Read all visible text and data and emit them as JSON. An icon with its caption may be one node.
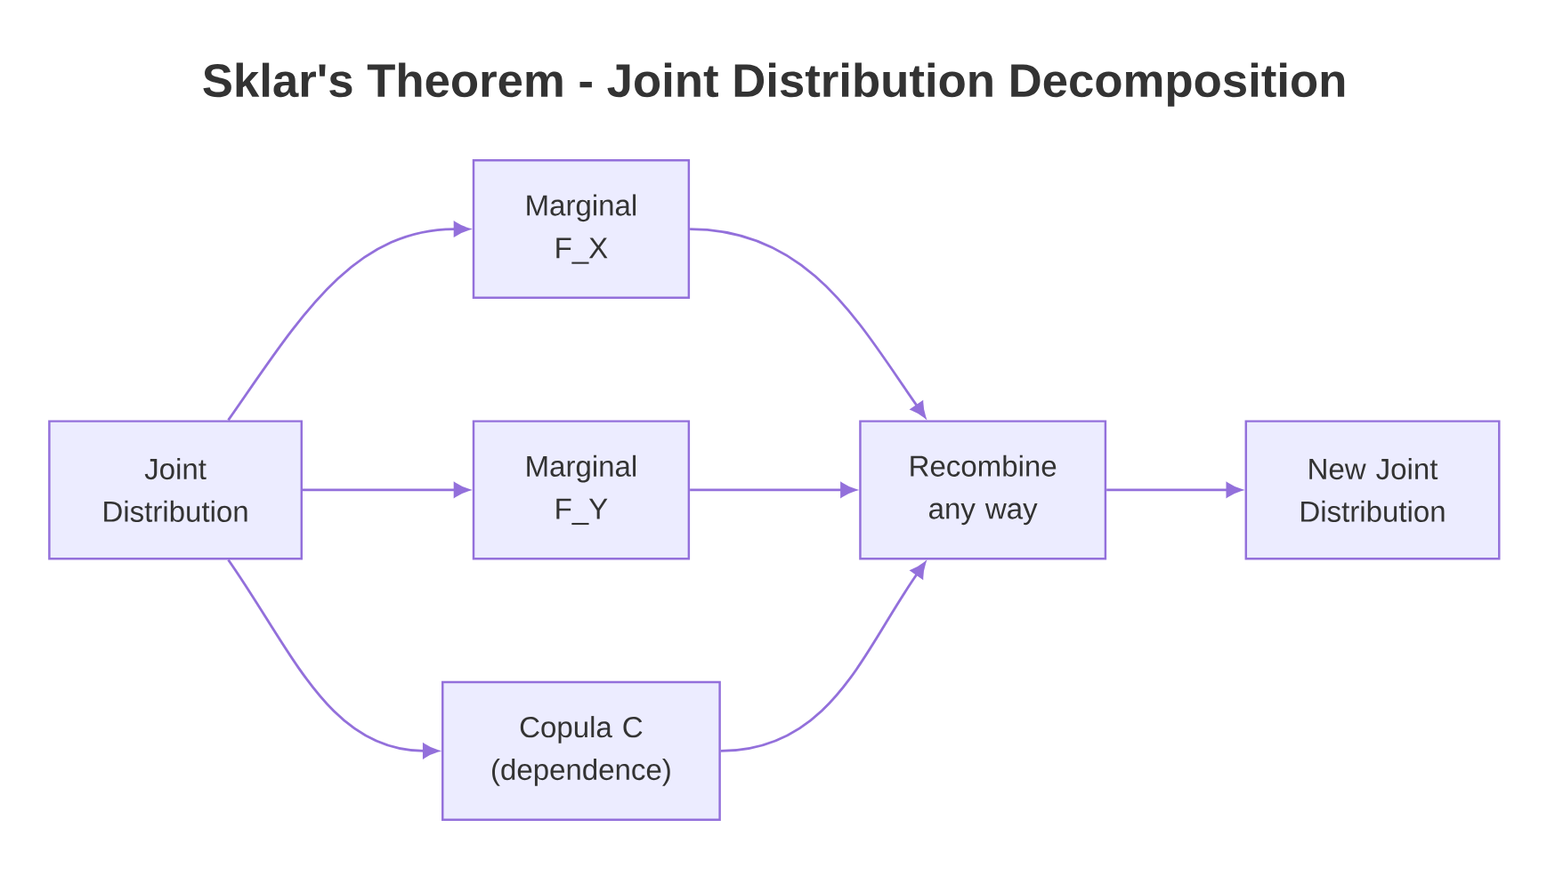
{
  "diagram": {
    "title": "Sklar's Theorem - Joint Distribution Decomposition",
    "nodes": [
      {
        "text": [
          "Joint Distribution"
        ]
      },
      {
        "text": [
          "Marginal F_X"
        ]
      },
      {
        "text": [
          "Marginal F_Y"
        ]
      },
      {
        "text": [
          "Copula C (dependence)"
        ]
      },
      {
        "text": [
          "Recombine any way"
        ]
      },
      {
        "text": [
          "New Joint Distribution"
        ]
      }
    ],
    "edges": [
      {
        "from": 0,
        "to": 1,
        "arrow": "to"
      },
      {
        "from": 0,
        "to": 2,
        "arrow": "to"
      },
      {
        "from": 0,
        "to": 3,
        "arrow": "to"
      },
      {
        "from": 1,
        "to": 4,
        "arrow": "to"
      },
      {
        "from": 2,
        "to": 4,
        "arrow": "to"
      },
      {
        "from": 3,
        "to": 4,
        "arrow": "to"
      },
      {
        "from": 4,
        "to": 5,
        "arrow": "to"
      }
    ]
  }
}
